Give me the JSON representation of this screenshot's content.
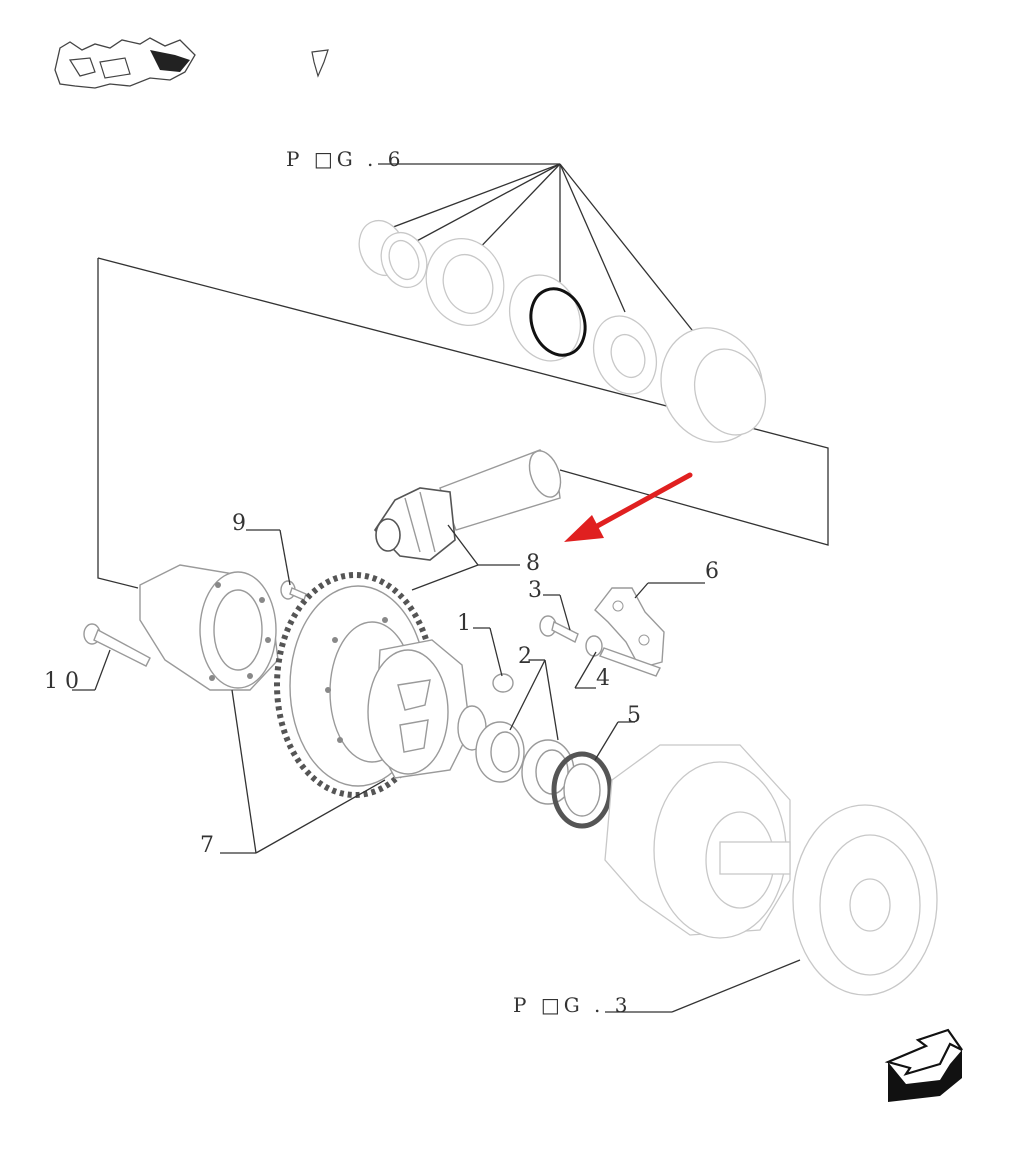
{
  "diagram": {
    "top_reference": {
      "text": "P □G . 6"
    },
    "bottom_reference": {
      "text": "P □G . 3"
    },
    "callouts": [
      {
        "id": "c1",
        "text": "1"
      },
      {
        "id": "c2",
        "text": "2"
      },
      {
        "id": "c3",
        "text": "3"
      },
      {
        "id": "c4",
        "text": "4"
      },
      {
        "id": "c5",
        "text": "5"
      },
      {
        "id": "c6",
        "text": "6"
      },
      {
        "id": "c7",
        "text": "7"
      },
      {
        "id": "c8",
        "text": "8"
      },
      {
        "id": "c9",
        "text": "9"
      },
      {
        "id": "c10",
        "text": "1 0"
      }
    ],
    "colors": {
      "line": "#333333",
      "part_outline": "#9a9a9a",
      "pointer_arrow": "#e02020",
      "nav_arrow": "#111111"
    },
    "icons": {
      "nav": "next-page-arrow-icon",
      "pointer": "red-pointer-arrow-icon"
    }
  }
}
